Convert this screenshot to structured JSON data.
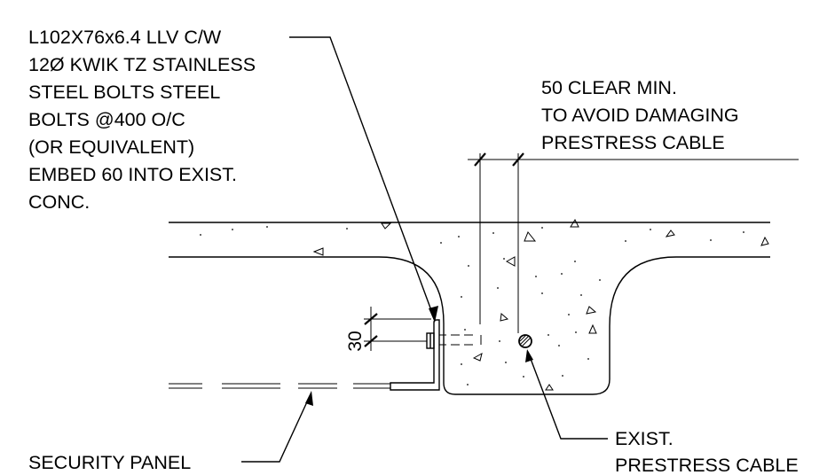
{
  "notes": {
    "angle_callout": [
      "L102X76x6.4 LLV C/W",
      "12Ø KWIK TZ STAINLESS",
      "STEEL BOLTS STEEL",
      "BOLTS @400 O/C",
      "(OR EQUIVALENT)",
      "EMBED 60 INTO EXIST.",
      "CONC."
    ],
    "clearance_callout": [
      "50 CLEAR MIN.",
      "TO AVOID DAMAGING",
      "PRESTRESS CABLE"
    ],
    "cable_callout": [
      "EXIST.",
      "PRESTRESS CABLE"
    ],
    "panel_callout": "SECURITY PANEL",
    "dimension_30": "30"
  }
}
